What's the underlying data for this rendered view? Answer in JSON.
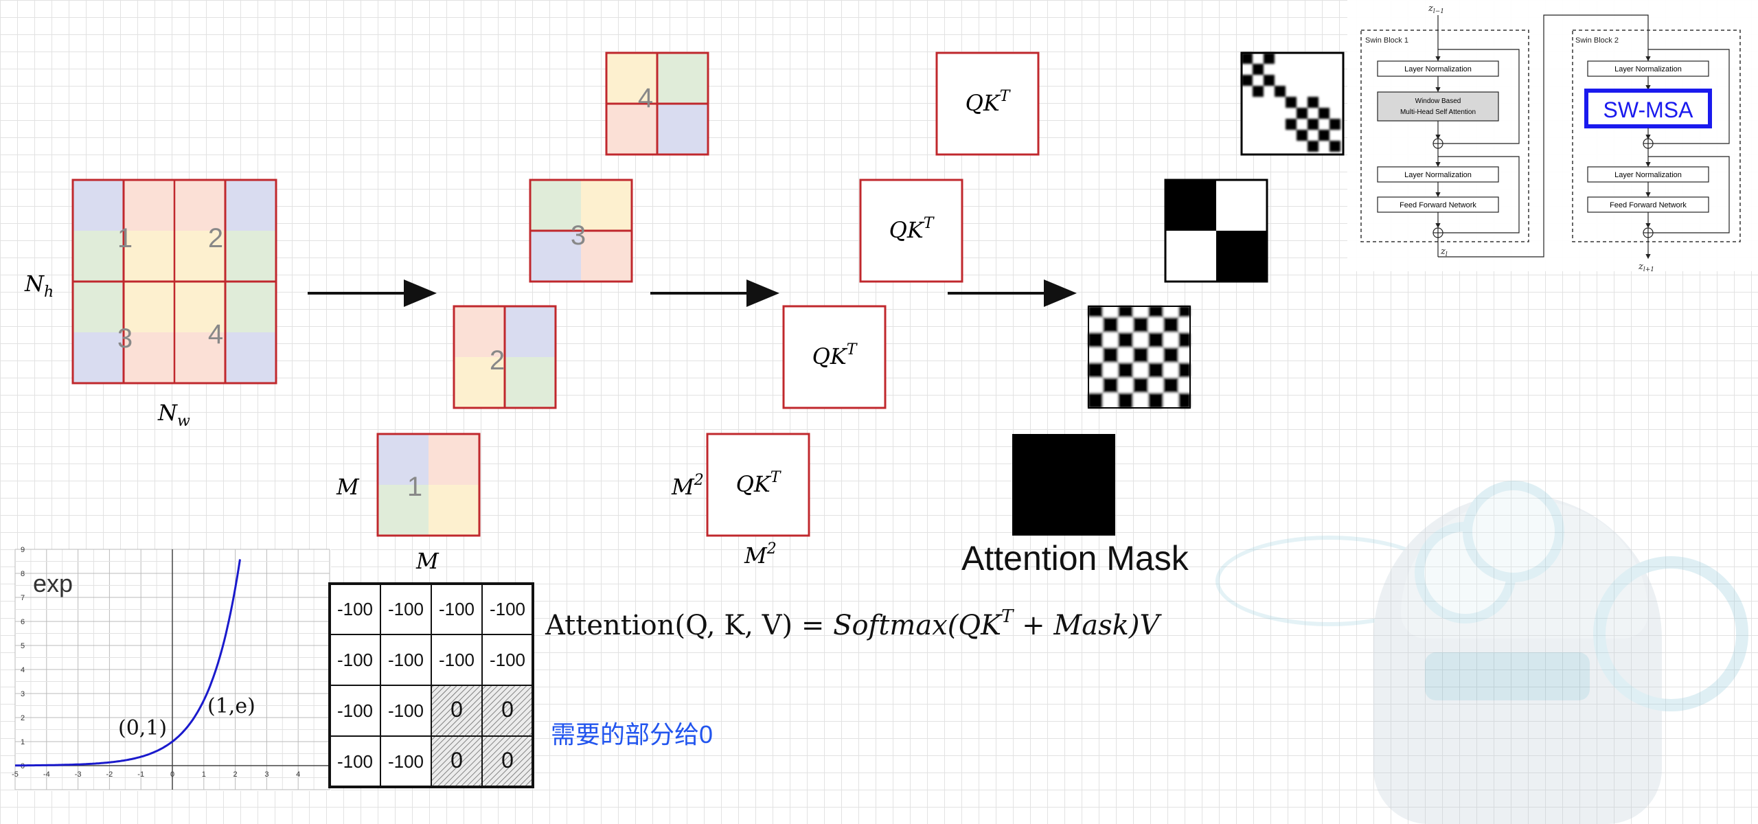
{
  "grid": {
    "numbers": [
      "1",
      "2",
      "3",
      "4"
    ],
    "nh_label": "N",
    "nh_sub": "h",
    "nw_label": "N",
    "nw_sub": "w"
  },
  "windows": {
    "m_label": "M",
    "m2_label": "M",
    "m2_sup": "2",
    "qk_label": "QK",
    "qk_sup": "T"
  },
  "mask": {
    "caption": "Attention Mask"
  },
  "formula": {
    "prefix": "Attention(Q, K, V) = ",
    "body": "Softmax(QK",
    "sup": "T",
    "suffix": " + Mask)V"
  },
  "mask_table": {
    "rows": [
      [
        "-100",
        "-100",
        "-100",
        "-100"
      ],
      [
        "-100",
        "-100",
        "-100",
        "-100"
      ],
      [
        "-100",
        "-100",
        "0",
        "0"
      ],
      [
        "-100",
        "-100",
        "0",
        "0"
      ]
    ]
  },
  "note": {
    "text": "需要的部分给0"
  },
  "exp_chart": {
    "title": "exp",
    "point_a": "(0,1)",
    "point_b": "(1,e)",
    "x_ticks": [
      "-5",
      "-4",
      "-3",
      "-2",
      "-1",
      "0",
      "1",
      "2",
      "3",
      "4"
    ],
    "y_ticks": [
      "0",
      "1",
      "2",
      "3",
      "4",
      "5",
      "6",
      "7",
      "8",
      "9"
    ]
  },
  "swin": {
    "top_label": "z",
    "top_sub": "l−1",
    "block1_title": "Swin Block 1",
    "block2_title": "Swin Block 2",
    "layer_norm": "Layer Normalization",
    "wmsa_line1": "Window Based",
    "wmsa_line2": "Multi-Head Self Attention",
    "swmsa": "SW-MSA",
    "ffn": "Feed Forward Network",
    "z_mid": "z",
    "z_mid_sub": "l",
    "z_out": "z",
    "z_out_sub": "l+1"
  },
  "colors": {
    "window_border": "#c0282d",
    "blue_cell": "#d9dcf0",
    "pink_cell": "#fbe0d6",
    "green_cell": "#e0ecd9",
    "yellow_cell": "#fdf0cf",
    "curve": "#1a1acc",
    "highlight": "#1a1aee",
    "note": "#2255ee"
  }
}
